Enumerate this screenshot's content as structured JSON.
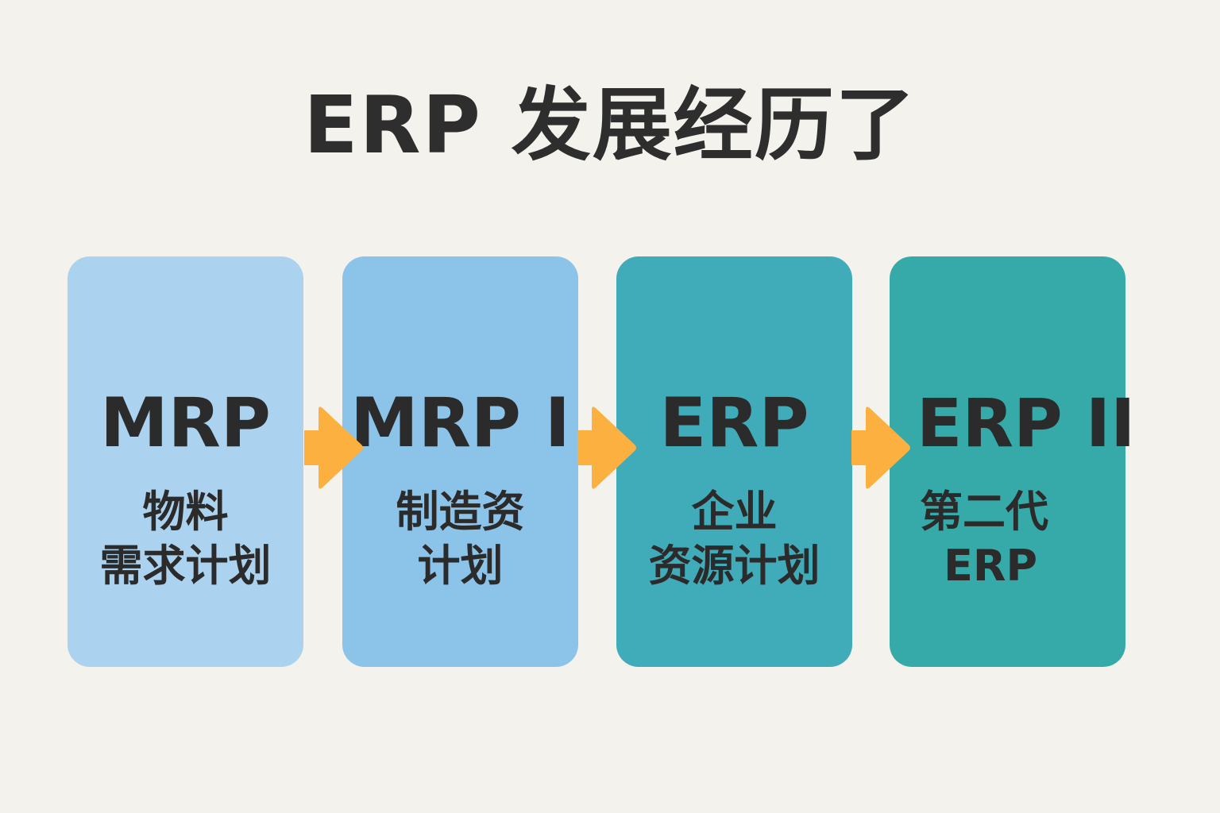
{
  "title": "ERP 发展经历了",
  "colors": {
    "background": "#f4f2ec",
    "arrow": "#fbb040",
    "text": "#2b2b2b",
    "stage_fills": [
      "#abd2ee",
      "#8cc3e9",
      "#40abb9",
      "#35aaa8"
    ]
  },
  "stages": [
    {
      "code": "MRP",
      "desc_lines": [
        "物料",
        "需求计划"
      ]
    },
    {
      "code": "MRP I",
      "desc_lines": [
        "制造资",
        "计划"
      ]
    },
    {
      "code": "ERP",
      "desc_lines": [
        "企业",
        "资源计划"
      ]
    },
    {
      "code": "ERP II",
      "desc_lines": [
        "第二代",
        "ERP"
      ]
    }
  ],
  "arrows": [
    {
      "from": "MRP",
      "to": "MRP I",
      "icon": "right-arrow-icon"
    },
    {
      "from": "MRP I",
      "to": "ERP",
      "icon": "right-arrow-icon"
    },
    {
      "from": "ERP",
      "to": "ERP II",
      "icon": "right-arrow-icon"
    }
  ]
}
